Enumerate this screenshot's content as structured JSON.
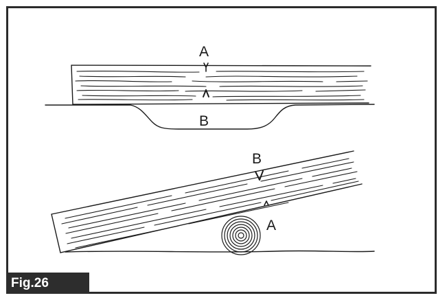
{
  "figure": {
    "caption": "Fig.26",
    "top_diagram": {
      "label_top": "A",
      "label_bottom": "B"
    },
    "bottom_diagram": {
      "label_top": "B",
      "label_bottom": "A"
    },
    "colors": {
      "ink": "#1a1a1a",
      "caption_bg": "#2d2d2d",
      "caption_text": "#ffffff"
    }
  }
}
